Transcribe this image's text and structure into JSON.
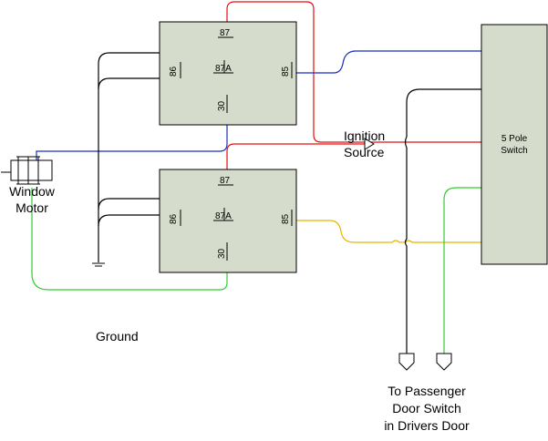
{
  "diagram": {
    "relay_top": {
      "pin_87": "87",
      "pin_86": "86",
      "pin_87a": "87A",
      "pin_85": "85",
      "pin_30": "30"
    },
    "relay_bottom": {
      "pin_87": "87",
      "pin_86": "86",
      "pin_87a": "87A",
      "pin_85": "85",
      "pin_30": "30"
    },
    "switch": {
      "line1": "5 Pole",
      "line2": "Switch"
    },
    "motor": {
      "line1": "Window",
      "line2": "Motor"
    },
    "ignition": {
      "line1": "Ignition",
      "line2": "Source"
    },
    "ground_label": "Ground",
    "passenger": {
      "line1": "To Passenger",
      "line2": "Door Switch",
      "line3": "in Drivers Door"
    },
    "wire_colors": {
      "power": "#e01010",
      "signal": "#1a2fbf",
      "motor": "#33cc33",
      "aux": "#e8b400",
      "common": "#000000"
    }
  }
}
